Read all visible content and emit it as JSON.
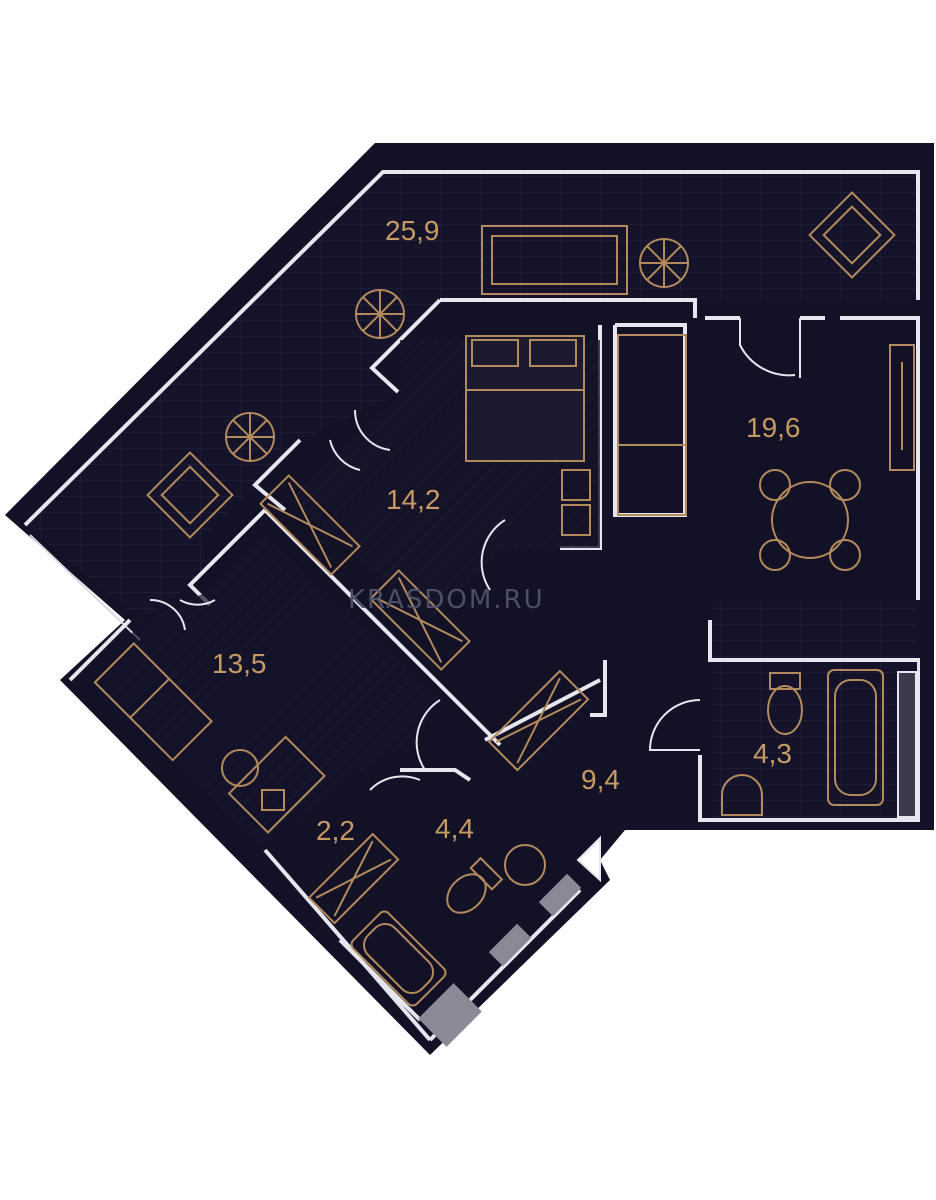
{
  "plan": {
    "watermark": "KRASDOM.RU",
    "colors": {
      "floor": "#121126",
      "accent": "#c79a63",
      "wall": "#e6e6ee",
      "background": "#ffffff"
    },
    "rooms": [
      {
        "id": "terrace",
        "area": "25,9"
      },
      {
        "id": "living",
        "area": "19,6"
      },
      {
        "id": "bedroom",
        "area": "14,2"
      },
      {
        "id": "room",
        "area": "13,5"
      },
      {
        "id": "hall",
        "area": "9,4"
      },
      {
        "id": "bath-right",
        "area": "4,3"
      },
      {
        "id": "bath-small",
        "area": "4,4"
      },
      {
        "id": "storage",
        "area": "2,2"
      }
    ],
    "icons": [
      "plant-icon",
      "armchair-icon",
      "sofa-icon",
      "bed-icon",
      "dining-table-icon",
      "desk-icon",
      "chair-icon",
      "bathtub-icon",
      "toilet-icon",
      "sink-icon",
      "wardrobe-icon"
    ]
  }
}
